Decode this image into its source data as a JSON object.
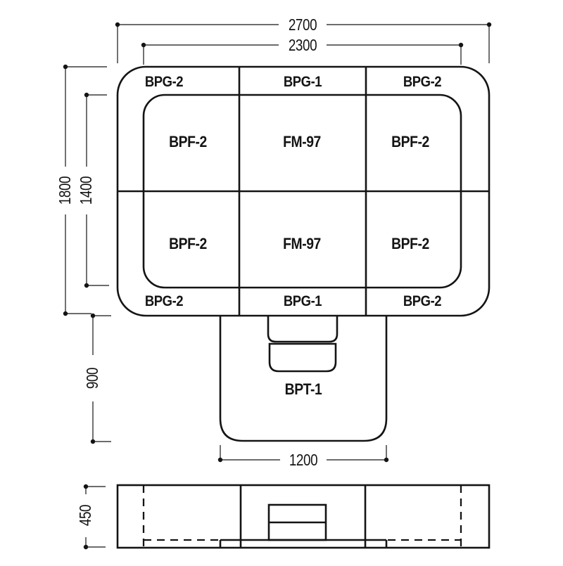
{
  "plan": {
    "band_top": [
      "BPG-2",
      "BPG-1",
      "BPG-2"
    ],
    "cells_row1": [
      "BPF-2",
      "FM-97",
      "BPF-2"
    ],
    "cells_row2": [
      "BPF-2",
      "FM-97",
      "BPF-2"
    ],
    "band_bottom": [
      "BPG-2",
      "BPG-1",
      "BPG-2"
    ],
    "table_label": "BPT-1"
  },
  "dimensions": {
    "overall_width": "2700",
    "inner_width": "2300",
    "overall_height": "1800",
    "inner_height": "1400",
    "table_depth": "900",
    "table_width": "1200",
    "elevation_height": "450"
  },
  "colors": {
    "line": "#141414",
    "background": "#ffffff"
  }
}
